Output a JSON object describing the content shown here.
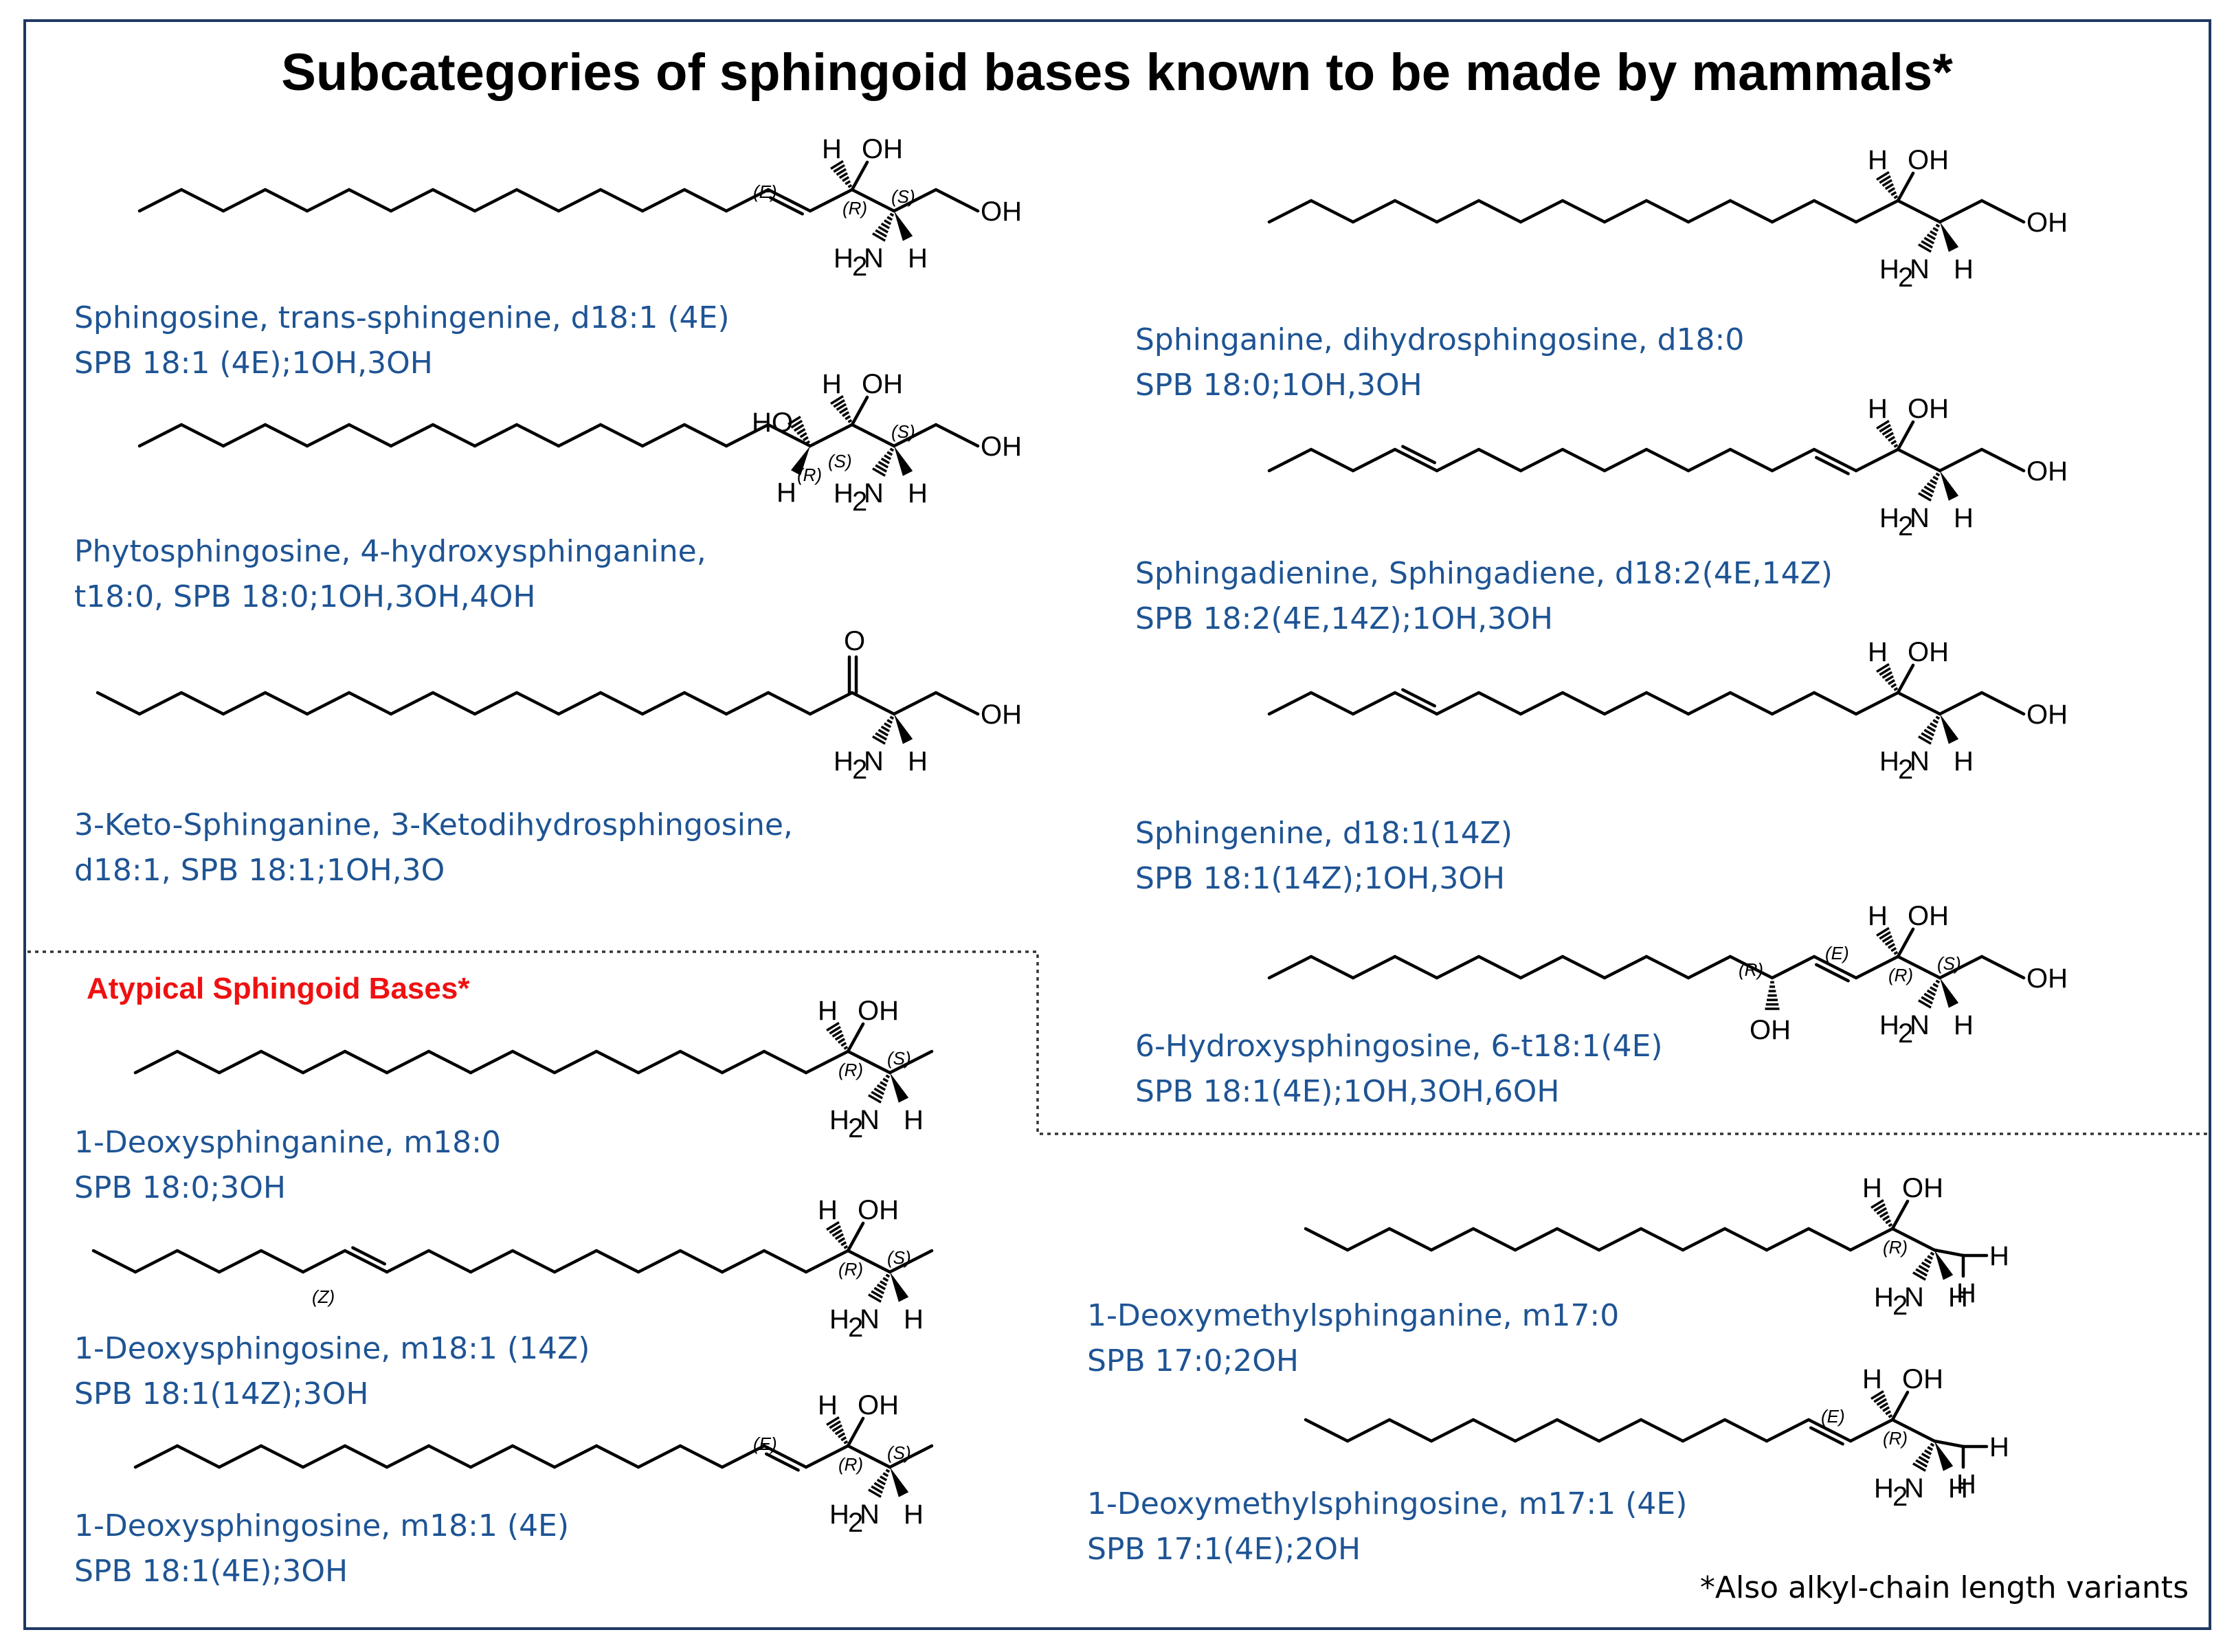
{
  "title": "Subcategories of sphingoid bases known to be made by mammals*",
  "atypical_heading": "Atypical Sphingoid Bases*",
  "footnote": "*Also alkyl-chain length variants",
  "colors": {
    "name_text": "#1e5494",
    "heading_red": "#ee1111",
    "frame": "#1f3864"
  },
  "atom_labels": {
    "oh": "OH",
    "ho": "HO",
    "h": "H",
    "o": "O",
    "n": "N",
    "h2": "H",
    "sub2": "2"
  },
  "stereo_labels": {
    "E": "(E)",
    "Z": "(Z)",
    "R": "(R)",
    "S": "(S)"
  },
  "molecules": [
    {
      "id": "sphingosine",
      "line1": "Sphingosine, trans-sphingenine, d18:1 (4E)",
      "line2": "SPB 18:1 (4E);1OH,3OH"
    },
    {
      "id": "phytosphingosine",
      "line1": "Phytosphingosine, 4-hydroxysphinganine,",
      "line2": "t18:0, SPB 18:0;1OH,3OH,4OH"
    },
    {
      "id": "ketosphinganine",
      "line1": "3-Keto-Sphinganine, 3-Ketodihydrosphingosine,",
      "line2": "d18:1, SPB 18:1;1OH,3O"
    },
    {
      "id": "sphinganine",
      "line1": "Sphinganine, dihydrosphingosine, d18:0",
      "line2": "SPB 18:0;1OH,3OH"
    },
    {
      "id": "sphingadienine",
      "line1": "Sphingadienine, Sphingadiene, d18:2(4E,14Z)",
      "line2": "SPB 18:2(4E,14Z);1OH,3OH"
    },
    {
      "id": "sphingenine",
      "line1": "Sphingenine, d18:1(14Z)",
      "line2": "SPB 18:1(14Z);1OH,3OH"
    },
    {
      "id": "hydroxysphingosine",
      "line1": "6-Hydroxysphingosine, 6-t18:1(4E)",
      "line2": "SPB 18:1(4E);1OH,3OH,6OH"
    },
    {
      "id": "deoxysphinganine",
      "line1": "1-Deoxysphinganine, m18:0",
      "line2": "SPB 18:0;3OH"
    },
    {
      "id": "deoxysphingosine-14z",
      "line1": "1-Deoxysphingosine, m18:1 (14Z)",
      "line2": "SPB 18:1(14Z);3OH"
    },
    {
      "id": "deoxysphingosine-4e",
      "line1": "1-Deoxysphingosine, m18:1 (4E)",
      "line2": "SPB 18:1(4E);3OH"
    },
    {
      "id": "deoxymethylsphinganine",
      "line1": "1-Deoxymethylsphinganine, m17:0",
      "line2": "SPB 17:0;2OH"
    },
    {
      "id": "deoxymethylsphingosine",
      "line1": "1-Deoxymethylsphingosine, m17:1 (4E)",
      "line2": "SPB 17:1(4E);2OH"
    }
  ]
}
